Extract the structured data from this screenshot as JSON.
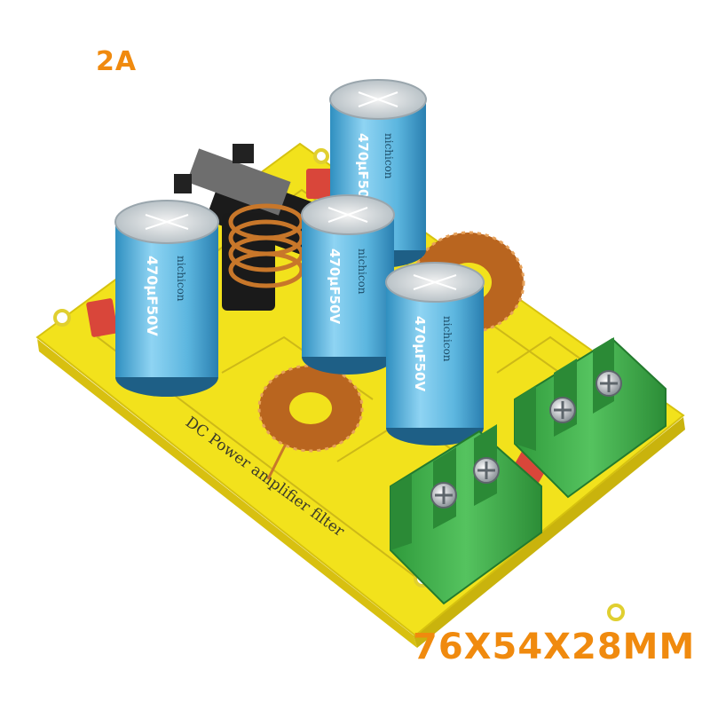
{
  "captions": {
    "current_rating": "2A",
    "dimensions": "76X54X28MM"
  },
  "board": {
    "silkscreen_title": "DC Power amplifier filter"
  },
  "capacitors": [
    {
      "brand": "nichicon",
      "rating": "470μF50V"
    },
    {
      "brand": "nichicon",
      "rating": "470μF50V"
    },
    {
      "brand": "nichicon",
      "rating": "470μF50V"
    },
    {
      "brand": "nichicon",
      "rating": "470μF50V"
    }
  ],
  "colors": {
    "caption": "#f08a0e",
    "pcb": "#f2e21c",
    "capacitor": "#5cb6df",
    "terminal": "#3fb34a",
    "copper": "#c8772a",
    "resistor": "#d9463a"
  }
}
